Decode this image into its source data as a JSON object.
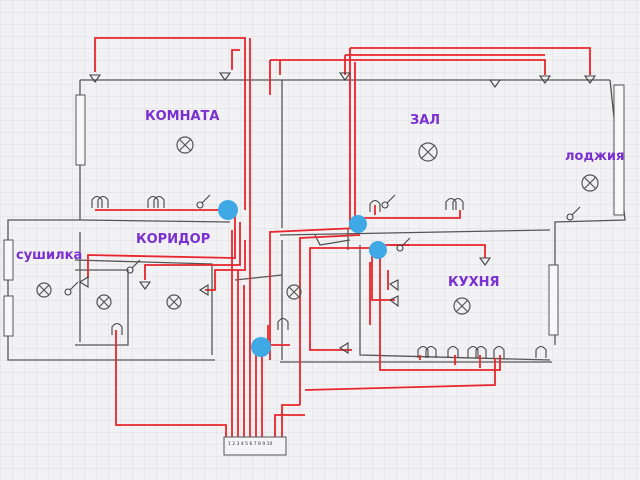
{
  "rooms": {
    "komnata": "КОМНАТА",
    "zal": "ЗАЛ",
    "lodzhiya": "лоджия",
    "koridor": "КОРИДОР",
    "sushilka": "сушилка",
    "kukhnya": "КУХНЯ"
  },
  "panel": {
    "terminals": "1 2 3 4 5 6 7 8 9 10"
  },
  "colors": {
    "wire": "#e8262b",
    "junction": "#3fa9e6",
    "label": "#7a2fd0",
    "wall": "#555555",
    "grid": "#d6d6dc"
  }
}
